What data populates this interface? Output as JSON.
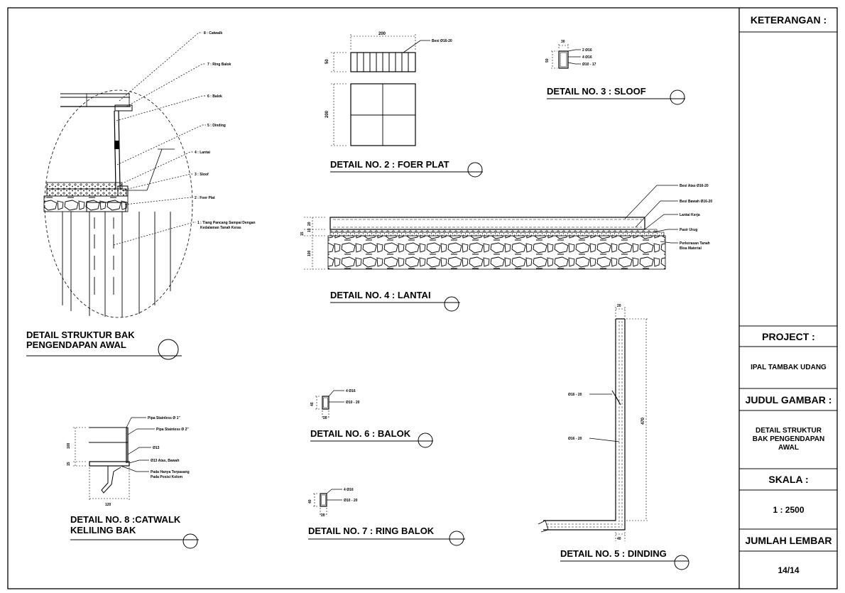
{
  "title_block": {
    "keterangan_label": "KETERANGAN :",
    "project_label": "PROJECT :",
    "project_value": "IPAL TAMBAK UDANG",
    "judul_label": "JUDUL GAMBAR :",
    "judul_value": "DETAIL STRUKTUR BAK PENGENDAPAN AWAL",
    "skala_label": "SKALA :",
    "skala_value": "1 : 2500",
    "lembar_label": "JUMLAH LEMBAR",
    "lembar_value": "14/14"
  },
  "detail_main": {
    "title_line1": "DETAIL STRUKTUR BAK",
    "title_line2": "PENGENDAPAN AWAL",
    "labels": [
      "8 : Catwalk",
      "7 : Ring Balok",
      "6 : Balok",
      "5 : Dinding",
      "4 : Lantai",
      "3 : Sloof",
      "2 : Foer Plat"
    ],
    "label_1_line1": "1 : Tiang Pancang Sampai Dengan",
    "label_1_line2": "Kedalaman Tanah Keras"
  },
  "detail_2": {
    "title": "DETAIL NO. 2 : FOER PLAT",
    "dim_width": "200",
    "dim_height_top": "50",
    "dim_height_bottom": "200",
    "rebar_label": "Besi Ø16-20"
  },
  "detail_3": {
    "title": "DETAIL NO. 3 : SLOOF",
    "dim_width": "30",
    "dim_height": "50",
    "rebar_1": "2 Ø16",
    "rebar_2": "4 Ø16",
    "rebar_3": "Ø10 - 17"
  },
  "detail_4": {
    "title": "DETAIL NO. 4 : LANTAI",
    "dim_1": "20",
    "dim_2": "10",
    "dim_3": "15",
    "dim_4": "100",
    "label_1": "Besi Atas Ø16-20",
    "label_2": "Besi Bawah Ø16-20",
    "label_3": "Lantai Kerja",
    "label_4": "Pasir Urug",
    "label_5_line1": "Perkerasan Tanah",
    "label_5_line2": "Bisa Material"
  },
  "detail_5": {
    "title": "DETAIL NO. 5 : DINDING",
    "dim_top": "20",
    "dim_height": "470",
    "dim_bottom": "40",
    "rebar_1": "Ø16 - 20",
    "rebar_2": "Ø16 - 20"
  },
  "detail_6": {
    "title": "DETAIL NO. 6 : BALOK",
    "dim_height": "40",
    "dim_width": "20",
    "rebar_1": "4 Ø16",
    "rebar_2": "Ø10 - 20"
  },
  "detail_7": {
    "title": "DETAIL NO. 7 : RING BALOK",
    "dim_height": "40",
    "dim_width": "20",
    "rebar_1": "4 Ø16",
    "rebar_2": "Ø10 - 20"
  },
  "detail_8": {
    "title_line1": "DETAIL NO. 8 :CATWALK",
    "title_line2": "KELILING BAK",
    "dim_height_1": "100",
    "dim_height_2": "15",
    "dim_width": "120",
    "label_1": "Pipa Stainless Ø 1\"",
    "label_2": "Pipa Stainless Ø 2\"",
    "label_3": "Ø13",
    "label_4": "Ø13 Atas, Bawah",
    "label_5_line1": "Pada Hanya Terpasang",
    "label_5_line2": "Pada Posisi Kolom"
  }
}
